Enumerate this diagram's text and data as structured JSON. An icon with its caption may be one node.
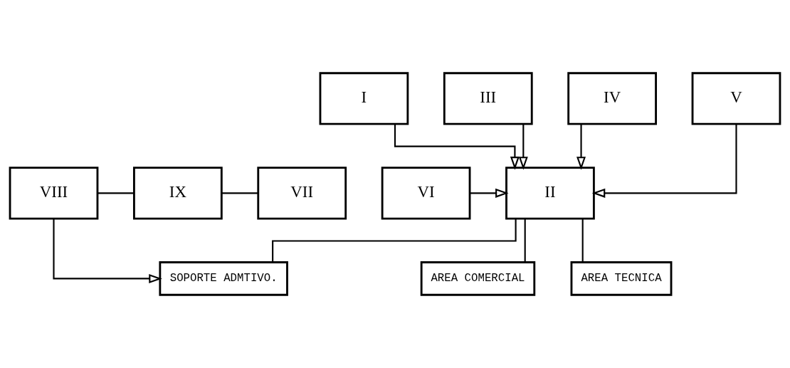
{
  "diagram": {
    "nodes": [
      {
        "text": [
          "I"
        ]
      },
      {
        "text": [
          "III"
        ]
      },
      {
        "text": [
          "IV"
        ]
      },
      {
        "text": [
          "V"
        ]
      },
      {
        "text": [
          "II"
        ]
      },
      {
        "text": [
          "VI"
        ]
      },
      {
        "text": [
          "SOPORTE ADMTIVO."
        ]
      },
      {
        "text": [
          "AREA COMERCIAL"
        ]
      },
      {
        "text": [
          "AREA TECNICA"
        ]
      },
      {
        "text": [
          "VIII"
        ]
      },
      {
        "text": [
          "IX"
        ]
      },
      {
        "text": [
          "VII"
        ]
      }
    ],
    "edges": [
      {
        "from": 0,
        "to": 4,
        "arrow": "to"
      },
      {
        "from": 1,
        "to": 4,
        "arrow": "to"
      },
      {
        "from": 2,
        "to": 4,
        "arrow": "to"
      },
      {
        "from": 3,
        "to": 4,
        "arrow": "to"
      },
      {
        "from": 5,
        "to": 4,
        "arrow": "to"
      },
      {
        "from": 4,
        "to": 6,
        "arrow": "none"
      },
      {
        "from": 4,
        "to": 7,
        "arrow": "none"
      },
      {
        "from": 4,
        "to": 8,
        "arrow": "none"
      },
      {
        "from": 9,
        "to": 6,
        "arrow": "to"
      },
      {
        "from": 9,
        "to": 10,
        "arrow": "none"
      },
      {
        "from": 10,
        "to": 11,
        "arrow": "none"
      }
    ]
  }
}
